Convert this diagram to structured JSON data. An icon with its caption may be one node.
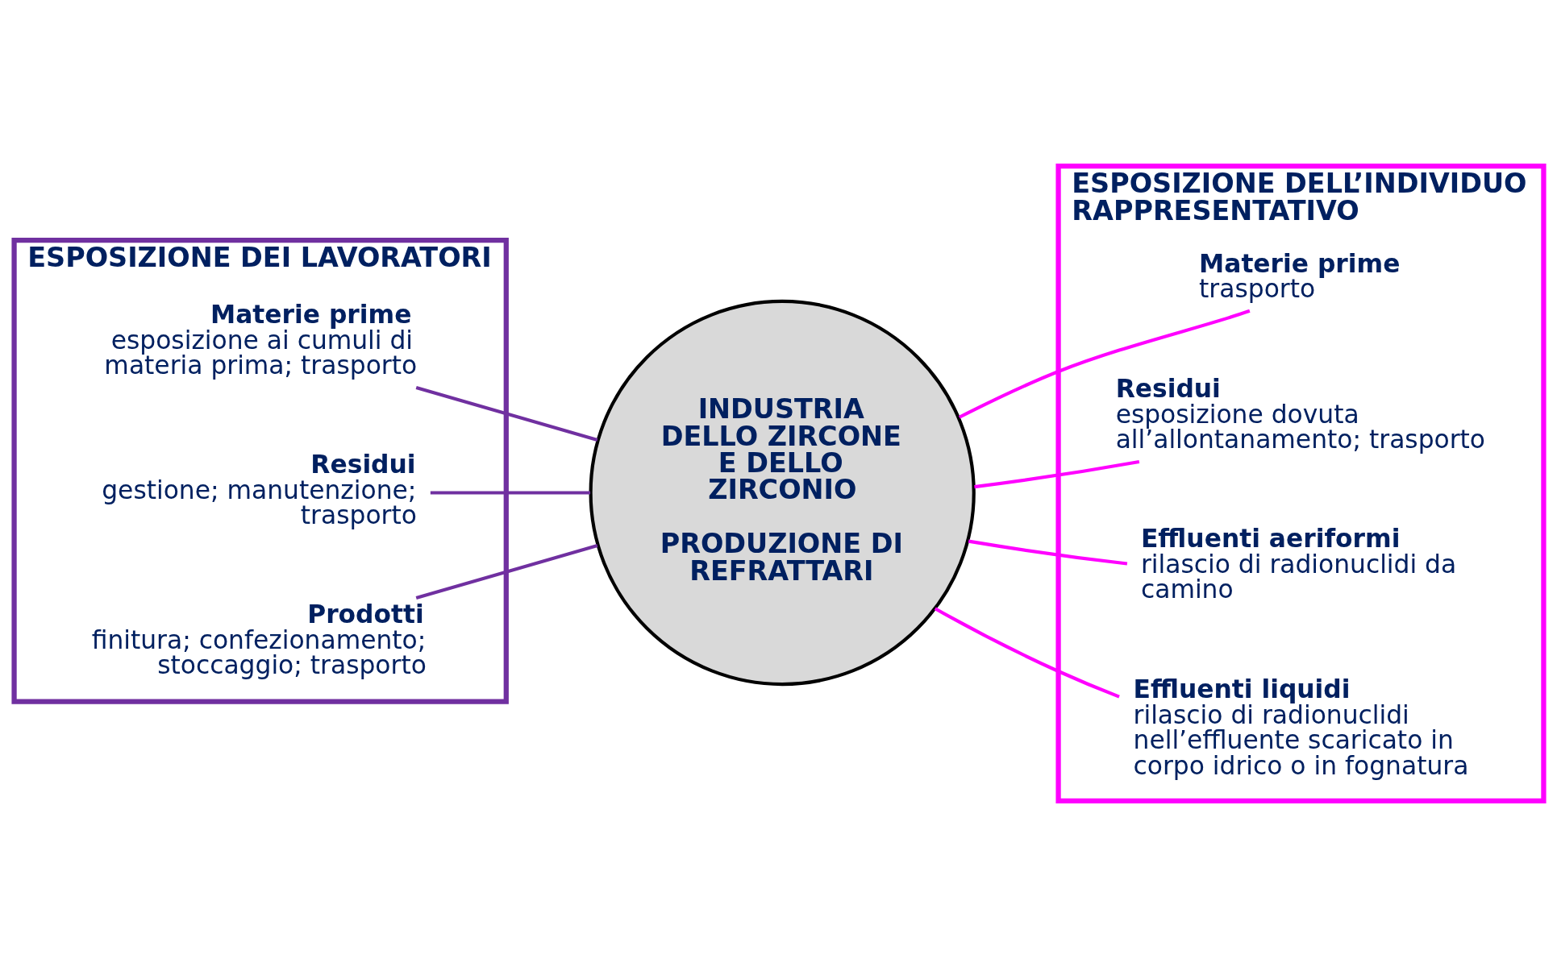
{
  "diagram": {
    "nodes": [
      {
        "text": [
          "ESPOSIZIONE DEI LAVORATORI"
        ]
      },
      {
        "text": [
          "Materie prime",
          "esposizione ai cumuli di materia prima; trasporto"
        ],
        "in": 0
      },
      {
        "text": [
          "Residui",
          "gestione; manutenzione; trasporto"
        ],
        "in": 0
      },
      {
        "text": [
          "Prodotti",
          "finitura; confezionamento; stoccaggio; trasporto"
        ],
        "in": 0
      },
      {
        "text": [
          "INDUSTRIA DELLO ZIRCONE E DELLO ZIRCONIO",
          "PRODUZIONE DI REFRATTARI"
        ]
      },
      {
        "text": [
          "ESPOSIZIONE DELL’INDIVIDUO RAPPRESENTATIVO"
        ]
      },
      {
        "text": [
          "Materie prime",
          "trasporto"
        ],
        "in": 5
      },
      {
        "text": [
          "Residui",
          "esposizione dovuta all’allontanamento; trasporto"
        ],
        "in": 5
      },
      {
        "text": [
          "Effluenti aeriformi",
          "rilascio di radionuclidi da camino"
        ],
        "in": 5
      },
      {
        "text": [
          "Effluenti liquidi",
          "rilascio di radionuclidi nell’effluente scaricato in corpo idrico o in fognatura"
        ],
        "in": 5
      }
    ],
    "edges": [
      {
        "from": 1,
        "to": 4,
        "arrow": "none",
        "color": "#7030a0"
      },
      {
        "from": 2,
        "to": 4,
        "arrow": "none",
        "color": "#7030a0"
      },
      {
        "from": 3,
        "to": 4,
        "arrow": "none",
        "color": "#7030a0"
      },
      {
        "from": 6,
        "to": 4,
        "arrow": "none",
        "color": "#ff00ff"
      },
      {
        "from": 7,
        "to": 4,
        "arrow": "none",
        "color": "#ff00ff"
      },
      {
        "from": 8,
        "to": 4,
        "arrow": "none",
        "color": "#ff00ff"
      },
      {
        "from": 9,
        "to": 4,
        "arrow": "none",
        "color": "#ff00ff"
      }
    ]
  }
}
